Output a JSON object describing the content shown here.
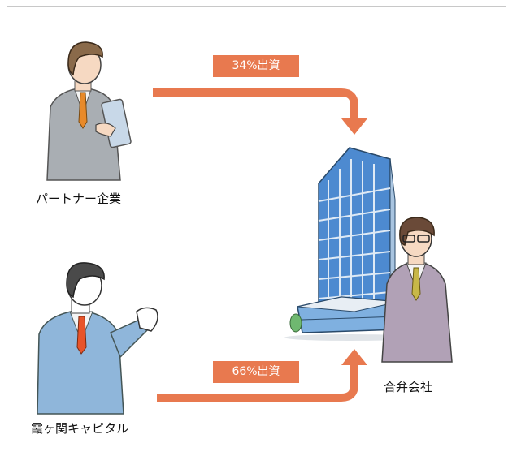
{
  "entities": {
    "partner": {
      "label": "パートナー企業"
    },
    "kasumigaseki": {
      "label": "霞ヶ関キャピタル"
    },
    "jv": {
      "label": "合弁会社"
    }
  },
  "flows": [
    {
      "label": "34%出資"
    },
    {
      "label": "66%出資"
    }
  ],
  "colors": {
    "arrow": "#e8794f",
    "suit_gray": "#a9aeb3",
    "suit_blue": "#8fb6da",
    "suit_mauve": "#b1a1b6",
    "building_blue": "#3d7fc4"
  }
}
